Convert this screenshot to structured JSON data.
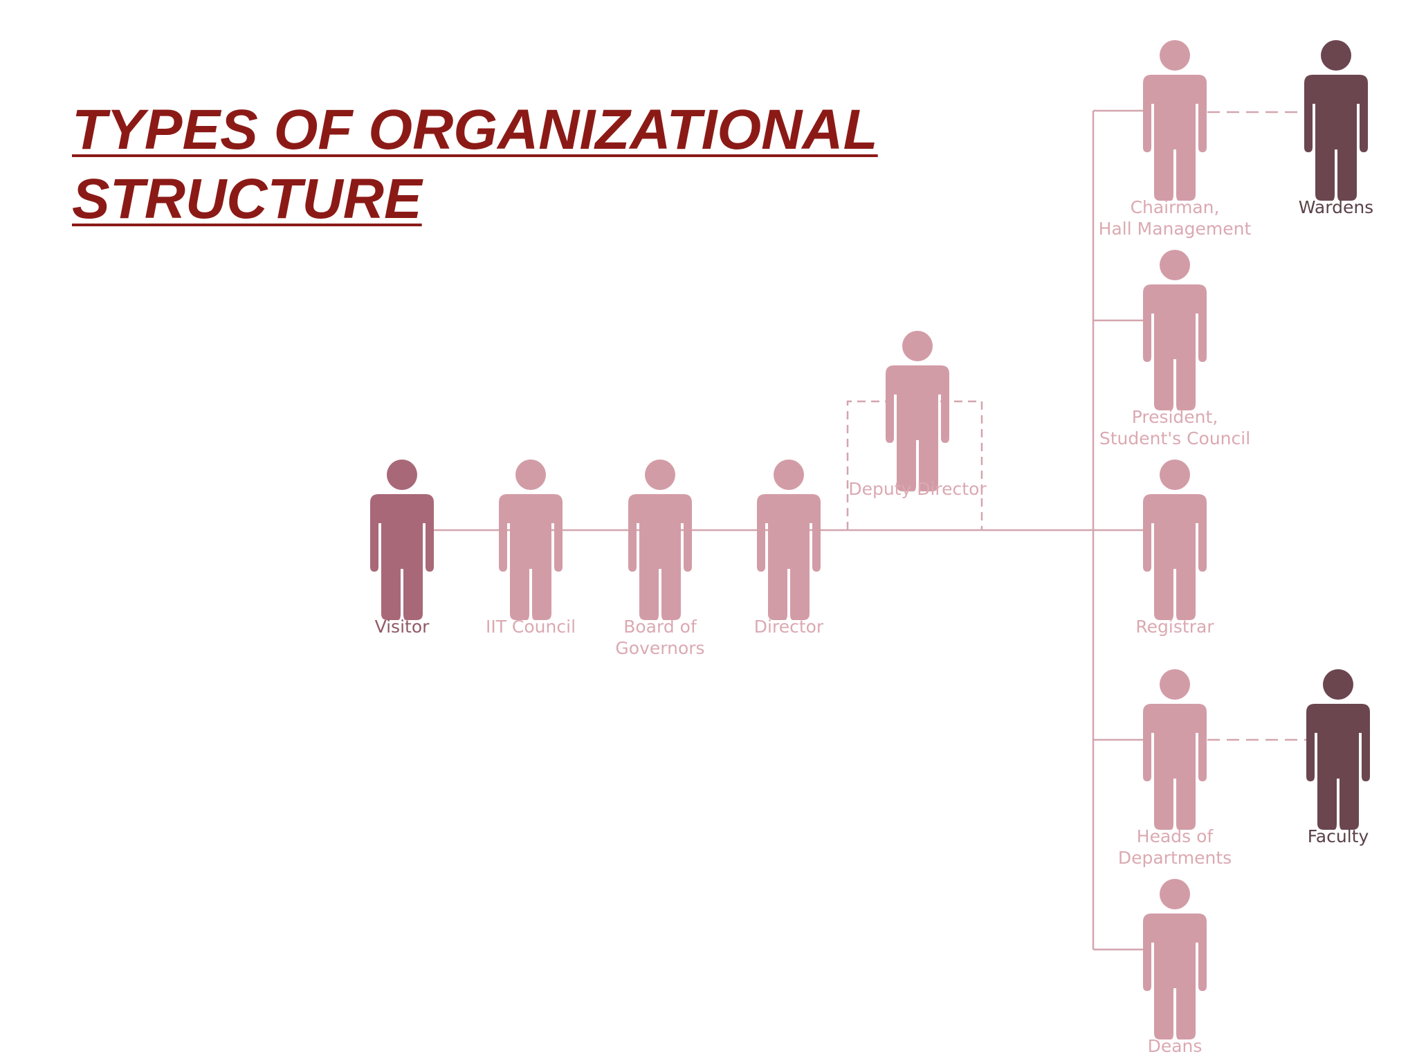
{
  "title": {
    "line1": "TYPES OF ORGANIZATIONAL",
    "line2": "STRUCTURE"
  },
  "colors": {
    "title": "#8b1a16",
    "visitor": "#a86878",
    "light_person": "#d29ca7",
    "dark_person": "#6b464f",
    "light_label": "#dba9b1",
    "visitor_label": "#8f5a66",
    "dark_label": "#5a4148",
    "connector": "#d3a5ae"
  },
  "org_chart": {
    "nodes": [
      {
        "id": "visitor",
        "label_lines": [
          "Visitor"
        ],
        "tone": "visitor"
      },
      {
        "id": "iit-council",
        "label_lines": [
          "IIT Council"
        ],
        "tone": "light"
      },
      {
        "id": "board-of-governors",
        "label_lines": [
          "Board of",
          "Governors"
        ],
        "tone": "light"
      },
      {
        "id": "director",
        "label_lines": [
          "Director"
        ],
        "tone": "light"
      },
      {
        "id": "deputy-director",
        "label_lines": [
          "Deputy Director"
        ],
        "tone": "light"
      },
      {
        "id": "chairman-hall-management",
        "label_lines": [
          "Chairman,",
          "Hall Management"
        ],
        "tone": "light"
      },
      {
        "id": "wardens",
        "label_lines": [
          "Wardens"
        ],
        "tone": "dark"
      },
      {
        "id": "president-students-council",
        "label_lines": [
          "President,",
          "Student's Council"
        ],
        "tone": "light"
      },
      {
        "id": "registrar",
        "label_lines": [
          "Registrar"
        ],
        "tone": "light"
      },
      {
        "id": "heads-of-departments",
        "label_lines": [
          "Heads of",
          "Departments"
        ],
        "tone": "light"
      },
      {
        "id": "faculty",
        "label_lines": [
          "Faculty"
        ],
        "tone": "dark"
      },
      {
        "id": "deans",
        "label_lines": [
          "Deans"
        ],
        "tone": "light"
      }
    ],
    "edges": [
      {
        "from": "visitor",
        "to": "iit-council",
        "style": "solid"
      },
      {
        "from": "iit-council",
        "to": "board-of-governors",
        "style": "solid"
      },
      {
        "from": "board-of-governors",
        "to": "director",
        "style": "solid"
      },
      {
        "from": "director",
        "to": "deputy-director",
        "style": "dashed"
      },
      {
        "from": "director",
        "to": "chairman-hall-management",
        "style": "solid"
      },
      {
        "from": "director",
        "to": "president-students-council",
        "style": "solid"
      },
      {
        "from": "director",
        "to": "registrar",
        "style": "solid"
      },
      {
        "from": "director",
        "to": "heads-of-departments",
        "style": "solid"
      },
      {
        "from": "director",
        "to": "deans",
        "style": "solid"
      },
      {
        "from": "chairman-hall-management",
        "to": "wardens",
        "style": "dashed"
      },
      {
        "from": "heads-of-departments",
        "to": "faculty",
        "style": "dashed"
      }
    ]
  }
}
